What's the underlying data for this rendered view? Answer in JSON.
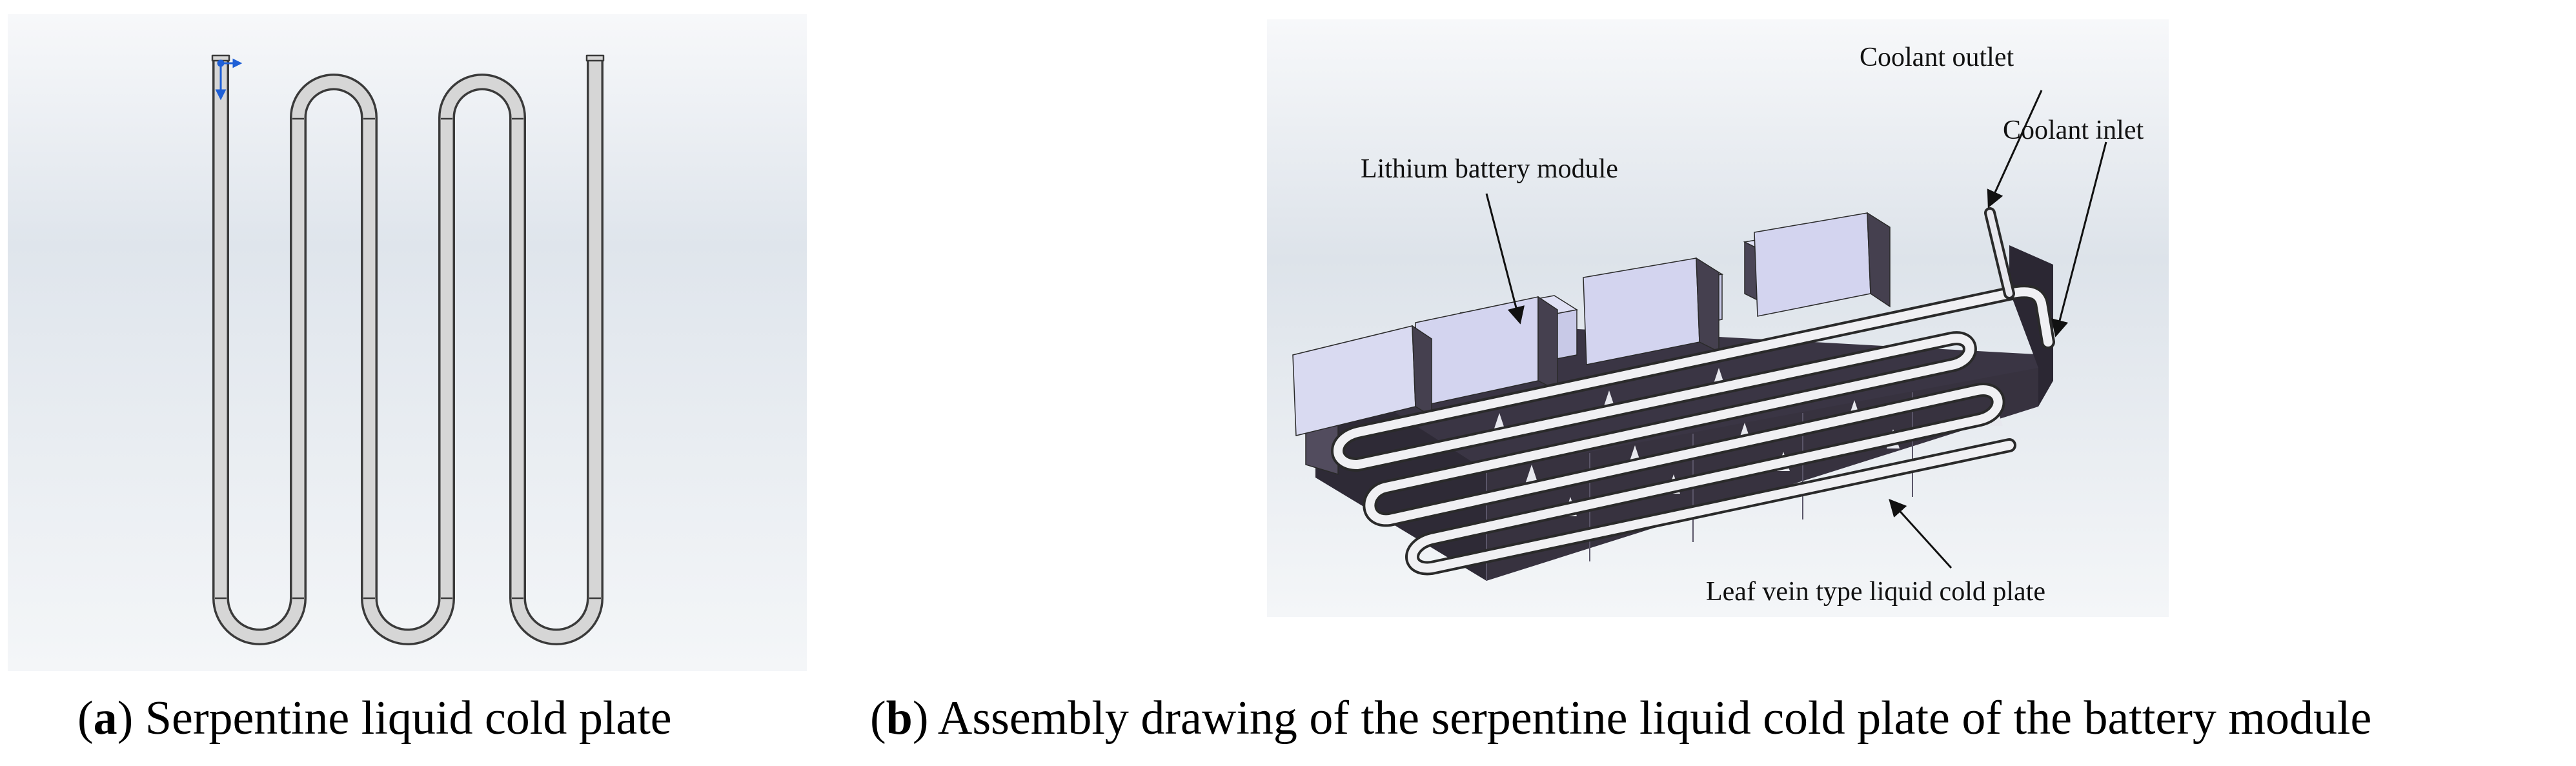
{
  "panel_a": {
    "caption_letter": "a",
    "caption_text": " Serpentine liquid cold plate"
  },
  "panel_b": {
    "caption_letter": "b",
    "caption_text": " Assembly drawing of the serpentine liquid cold plate of the battery module",
    "labels": {
      "coolant_outlet": "Coolant outlet",
      "coolant_inlet": "Coolant inlet",
      "battery_module": "Lithium battery module",
      "cold_plate": "Leaf vein type liquid cold plate"
    }
  },
  "colors": {
    "viewport_gradient_top": "#f4f6f9",
    "viewport_gradient_mid": "#dde3ea",
    "pipe_fill": "#d8d8d8",
    "pipe_edge": "#3a3a3a",
    "battery_top": "#dfe0f3",
    "battery_front": "#c8c9e6",
    "battery_side": "#4a4556",
    "plate_side": "#2e2a36",
    "axis_blue": "#1e5fd6"
  }
}
